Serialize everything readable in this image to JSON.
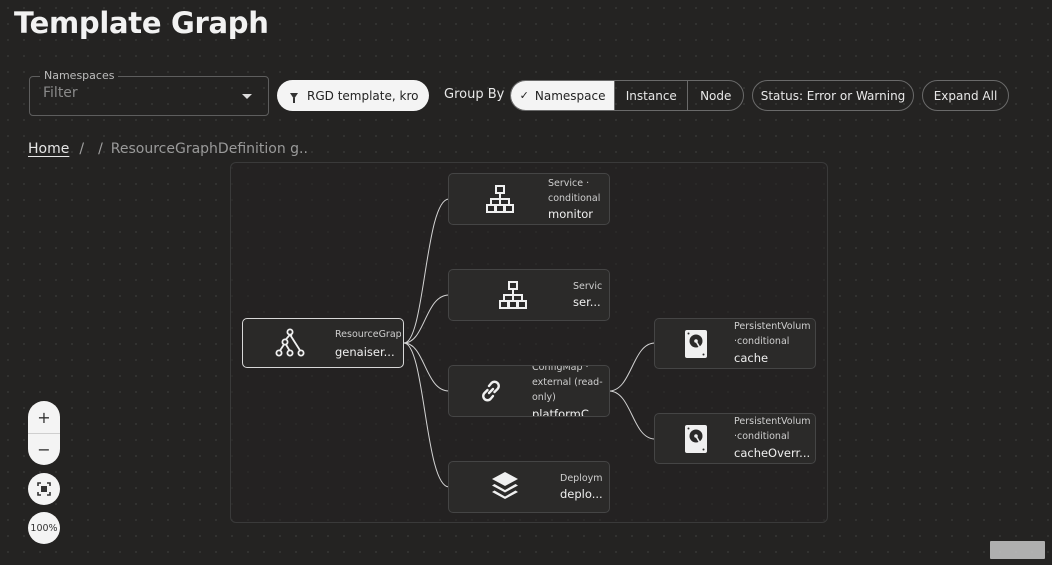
{
  "page": {
    "title": "Template Graph"
  },
  "toolbar": {
    "namespaces_label": "Namespaces",
    "namespaces_placeholder": "Filter",
    "filter_chip": "RGD template, kro",
    "group_by_label": "Group By",
    "group_by_options": [
      "Namespace",
      "Instance",
      "Node"
    ],
    "group_by_selected": "Namespace",
    "status_filter": "Status: Error or Warning",
    "expand_all": "Expand All"
  },
  "breadcrumb": {
    "home": "Home",
    "sep": "/",
    "current": "ResourceGraphDefinition g.."
  },
  "nodes": {
    "root": {
      "kind": "ResourceGrap",
      "name": "genaiser..."
    },
    "monitor": {
      "kind": "Service · conditional",
      "name": "monitor"
    },
    "service": {
      "kind": "Servic",
      "name": "ser..."
    },
    "configmap": {
      "kind": "ConfigMap · external (read-only)",
      "name": "platformC..."
    },
    "deployment": {
      "kind": "Deploym",
      "name": "deplo..."
    },
    "pv_cache": {
      "kind": "PersistentVolum ·conditional",
      "name": "cache"
    },
    "pv_cache_override": {
      "kind": "PersistentVolum ·conditional",
      "name": "cacheOverr..."
    }
  },
  "controls": {
    "zoom_in": "+",
    "zoom_out": "−",
    "zoom_level": "100%"
  },
  "icons": {
    "root": "hierarchy-icon",
    "service": "network-icon",
    "configmap": "link-icon",
    "deployment": "layers-icon",
    "pvc": "hard-drive-icon"
  }
}
